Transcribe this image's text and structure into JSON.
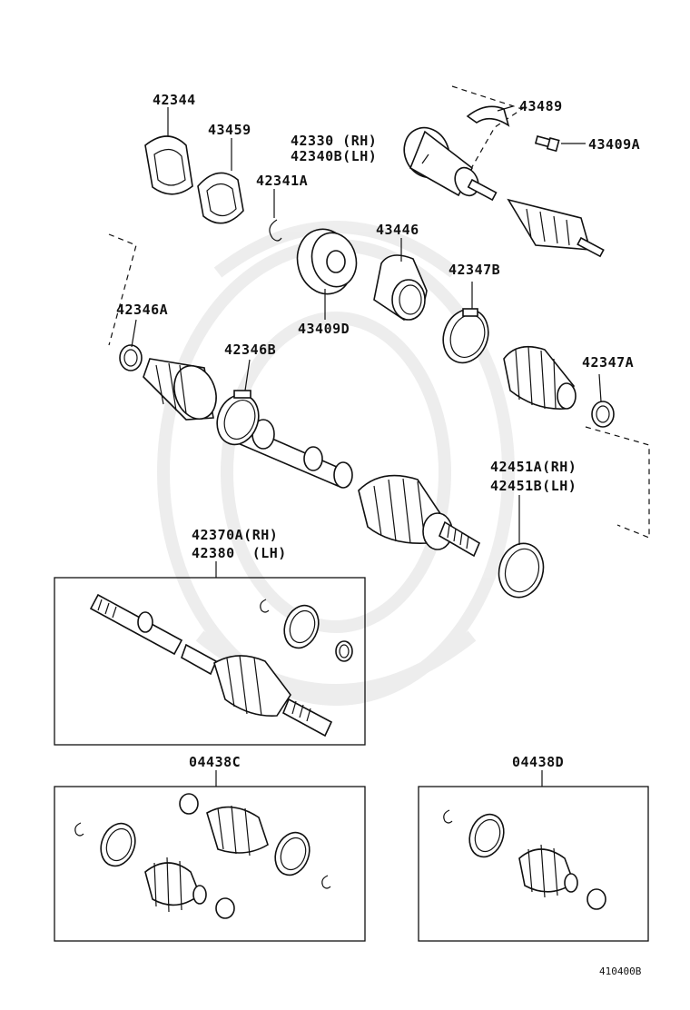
{
  "diagram": {
    "callouts": {
      "p42344": "42344",
      "p43459": "43459",
      "p42330": "42330 (RH)",
      "p42340b": "42340B(LH)",
      "p43489": "43489",
      "p43409a": "43409A",
      "p42341a": "42341A",
      "p43446": "43446",
      "p42347b": "42347B",
      "p43409d": "43409D",
      "p42346a": "42346A",
      "p42346b": "42346B",
      "p42347a": "42347A",
      "p42451a": "42451A(RH)",
      "p42451b": "42451B(LH)",
      "p42370a": "42370A(RH)",
      "p42380": "42380  (LH)",
      "p04438c": "04438C",
      "p04438d": "04438D"
    },
    "figure_number": "410400B"
  }
}
